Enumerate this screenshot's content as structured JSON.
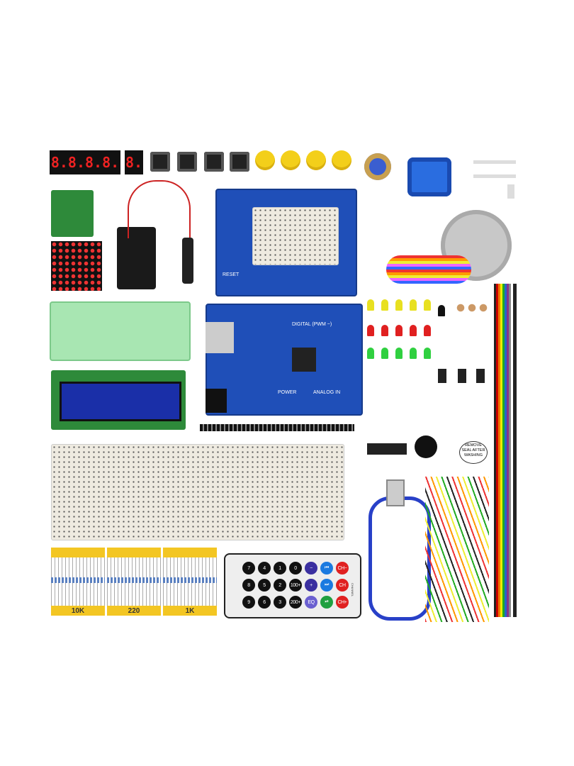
{
  "seven_segment": {
    "four_digit": "8.8.8.8.",
    "one_digit": "8."
  },
  "remote": {
    "buttons": [
      [
        "7",
        "4",
        "1",
        "0",
        "−",
        "⏮",
        "CH−"
      ],
      [
        "8",
        "5",
        "2",
        "100+",
        "+",
        "⏭",
        "CH"
      ],
      [
        "9",
        "6",
        "3",
        "200+",
        "EQ",
        "⏯",
        "CH+"
      ]
    ],
    "side_label": "CHANNEL"
  },
  "seal_label": "REMOVE SEAL AFTER WASHING",
  "resistors": {
    "labels": [
      "10K",
      "220",
      "1K"
    ]
  },
  "board": {
    "label": "DIGITAL (PWM ~)",
    "power": "POWER",
    "analog": "ANALOG IN"
  },
  "proto": {
    "reset": "RESET"
  },
  "colors": {
    "pcb": "#1f4fb8",
    "label": "#f3c623",
    "led_red": "#e02020",
    "led_yellow": "#e8e020",
    "led_green": "#30d040"
  }
}
